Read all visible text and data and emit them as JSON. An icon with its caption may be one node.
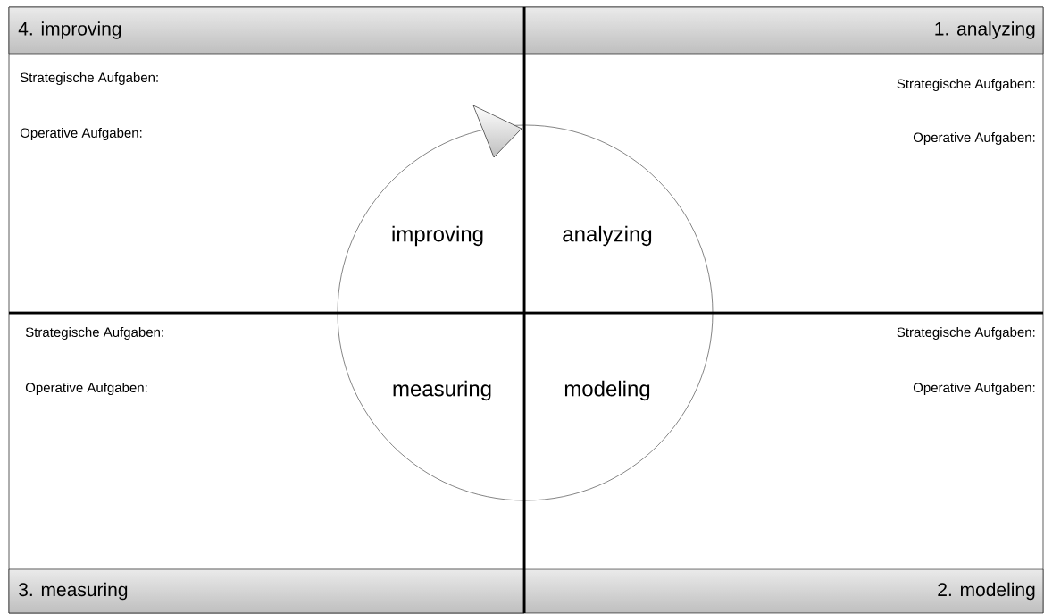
{
  "diagram": {
    "nodes": [
      {
        "text": [
          "4. improving",
          "Strategische Aufgaben:",
          "Operative Aufgaben:"
        ]
      },
      {
        "text": [
          "1. analyzing",
          "Strategische Aufgaben:",
          "Operative Aufgaben:"
        ]
      },
      {
        "text": [
          "Strategische Aufgaben:",
          "Operative Aufgaben:",
          "3. measuring"
        ]
      },
      {
        "text": [
          "Strategische Aufgaben:",
          "Operative Aufgaben:",
          "2. modeling"
        ]
      },
      {
        "text": [
          "improving",
          "analyzing",
          "measuring",
          "modeling"
        ]
      }
    ]
  }
}
